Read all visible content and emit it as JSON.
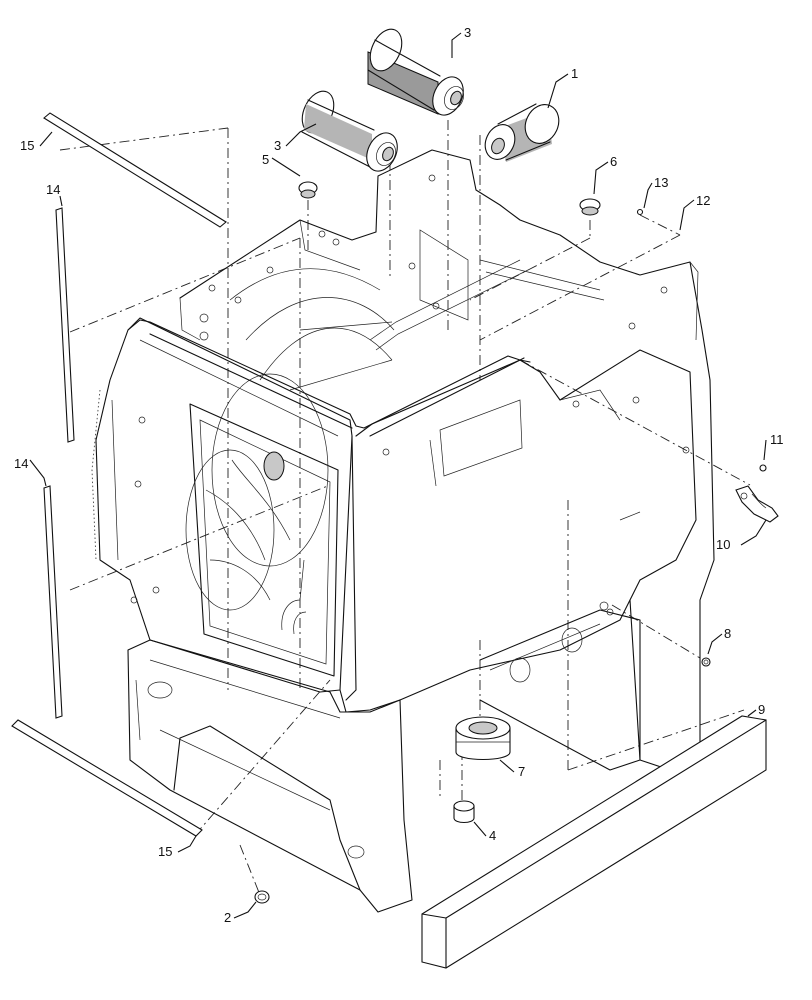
{
  "callouts": [
    {
      "id": "c1",
      "label": "1"
    },
    {
      "id": "c2",
      "label": "2"
    },
    {
      "id": "c3a",
      "label": "3"
    },
    {
      "id": "c3b",
      "label": "3"
    },
    {
      "id": "c4",
      "label": "4"
    },
    {
      "id": "c5",
      "label": "5"
    },
    {
      "id": "c6",
      "label": "6"
    },
    {
      "id": "c7",
      "label": "7"
    },
    {
      "id": "c8",
      "label": "8"
    },
    {
      "id": "c9",
      "label": "9"
    },
    {
      "id": "c10",
      "label": "10"
    },
    {
      "id": "c11",
      "label": "11"
    },
    {
      "id": "c12",
      "label": "12"
    },
    {
      "id": "c13",
      "label": "13"
    },
    {
      "id": "c14a",
      "label": "14"
    },
    {
      "id": "c14b",
      "label": "14"
    },
    {
      "id": "c15a",
      "label": "15"
    },
    {
      "id": "c15b",
      "label": "15"
    }
  ]
}
